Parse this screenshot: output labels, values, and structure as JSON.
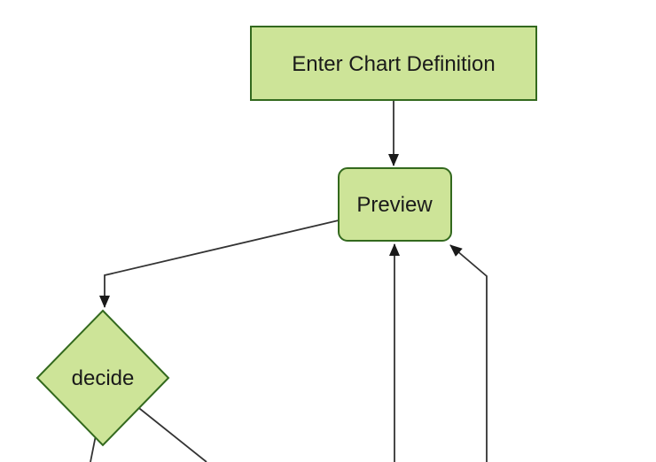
{
  "colors": {
    "background": "#ffffff",
    "node-fill": "#cde498",
    "node-border": "#33691e",
    "edge": "#333333",
    "arrowhead": "#1a1a1a",
    "text": "#1a1a1a"
  },
  "diagram": {
    "type": "flowchart",
    "direction": "top-down",
    "nodes": [
      {
        "id": "enter-chart-definition",
        "label": "Enter Chart Definition",
        "shape": "rectangle"
      },
      {
        "id": "preview",
        "label": "Preview",
        "shape": "rounded-rectangle"
      },
      {
        "id": "decide",
        "label": "decide",
        "shape": "diamond"
      }
    ],
    "edges": [
      {
        "from": "enter-chart-definition",
        "to": "preview",
        "arrow": true
      },
      {
        "from": "preview",
        "to": "decide",
        "arrow": true
      },
      {
        "from": "offscreen-bottom-left-lane",
        "to": "preview",
        "arrow": true
      },
      {
        "from": "offscreen-bottom-right-lane",
        "to": "preview",
        "arrow": true
      },
      {
        "from": "decide",
        "to": "offscreen-bottom-left",
        "arrow": false
      },
      {
        "from": "decide",
        "to": "offscreen-bottom-right",
        "arrow": false
      }
    ]
  }
}
